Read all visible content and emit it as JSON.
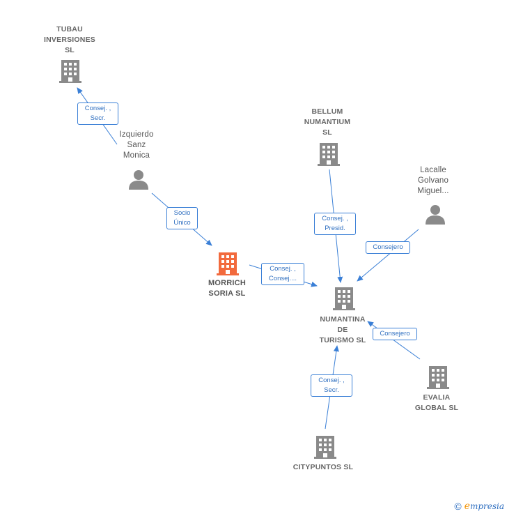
{
  "colors": {
    "building": "#8a8a8a",
    "building_main": "#f26a3d",
    "person": "#8a8a8a",
    "edge": "#3a7fd6"
  },
  "nodes": {
    "tubau": {
      "label": "TUBAU\nINVERSIONES\nSL",
      "icon": "building-icon"
    },
    "izquierdo": {
      "label": "Izquierdo\nSanz\nMonica",
      "icon": "person-icon"
    },
    "morrich": {
      "label": "MORRICH\nSORIA  SL",
      "icon": "building-icon"
    },
    "bellum": {
      "label": "BELLUM\nNUMANTIUM\nSL",
      "icon": "building-icon"
    },
    "lacalle": {
      "label": "Lacalle\nGolvano\nMiguel...",
      "icon": "person-icon"
    },
    "numantina": {
      "label": "NUMANTINA\nDE\nTURISMO  SL",
      "icon": "building-icon"
    },
    "evalia": {
      "label": "EVALIA\nGLOBAL  SL",
      "icon": "building-icon"
    },
    "citypuntos": {
      "label": "CITYPUNTOS SL",
      "icon": "building-icon"
    }
  },
  "edges": {
    "izq_tubau": "Consej. ,\nSecr.",
    "izq_morrich": "Socio\nÚnico",
    "morrich_numantina": "Consej. ,\nConsej....",
    "bellum_numantina": "Consej. ,\nPresid.",
    "lacalle_numantina": "Consejero",
    "evalia_numantina": "Consejero",
    "city_numantina": "Consej. ,\nSecr."
  },
  "footer": {
    "copyright": "©",
    "brand_initial": "e",
    "brand_rest": "mpresia"
  }
}
